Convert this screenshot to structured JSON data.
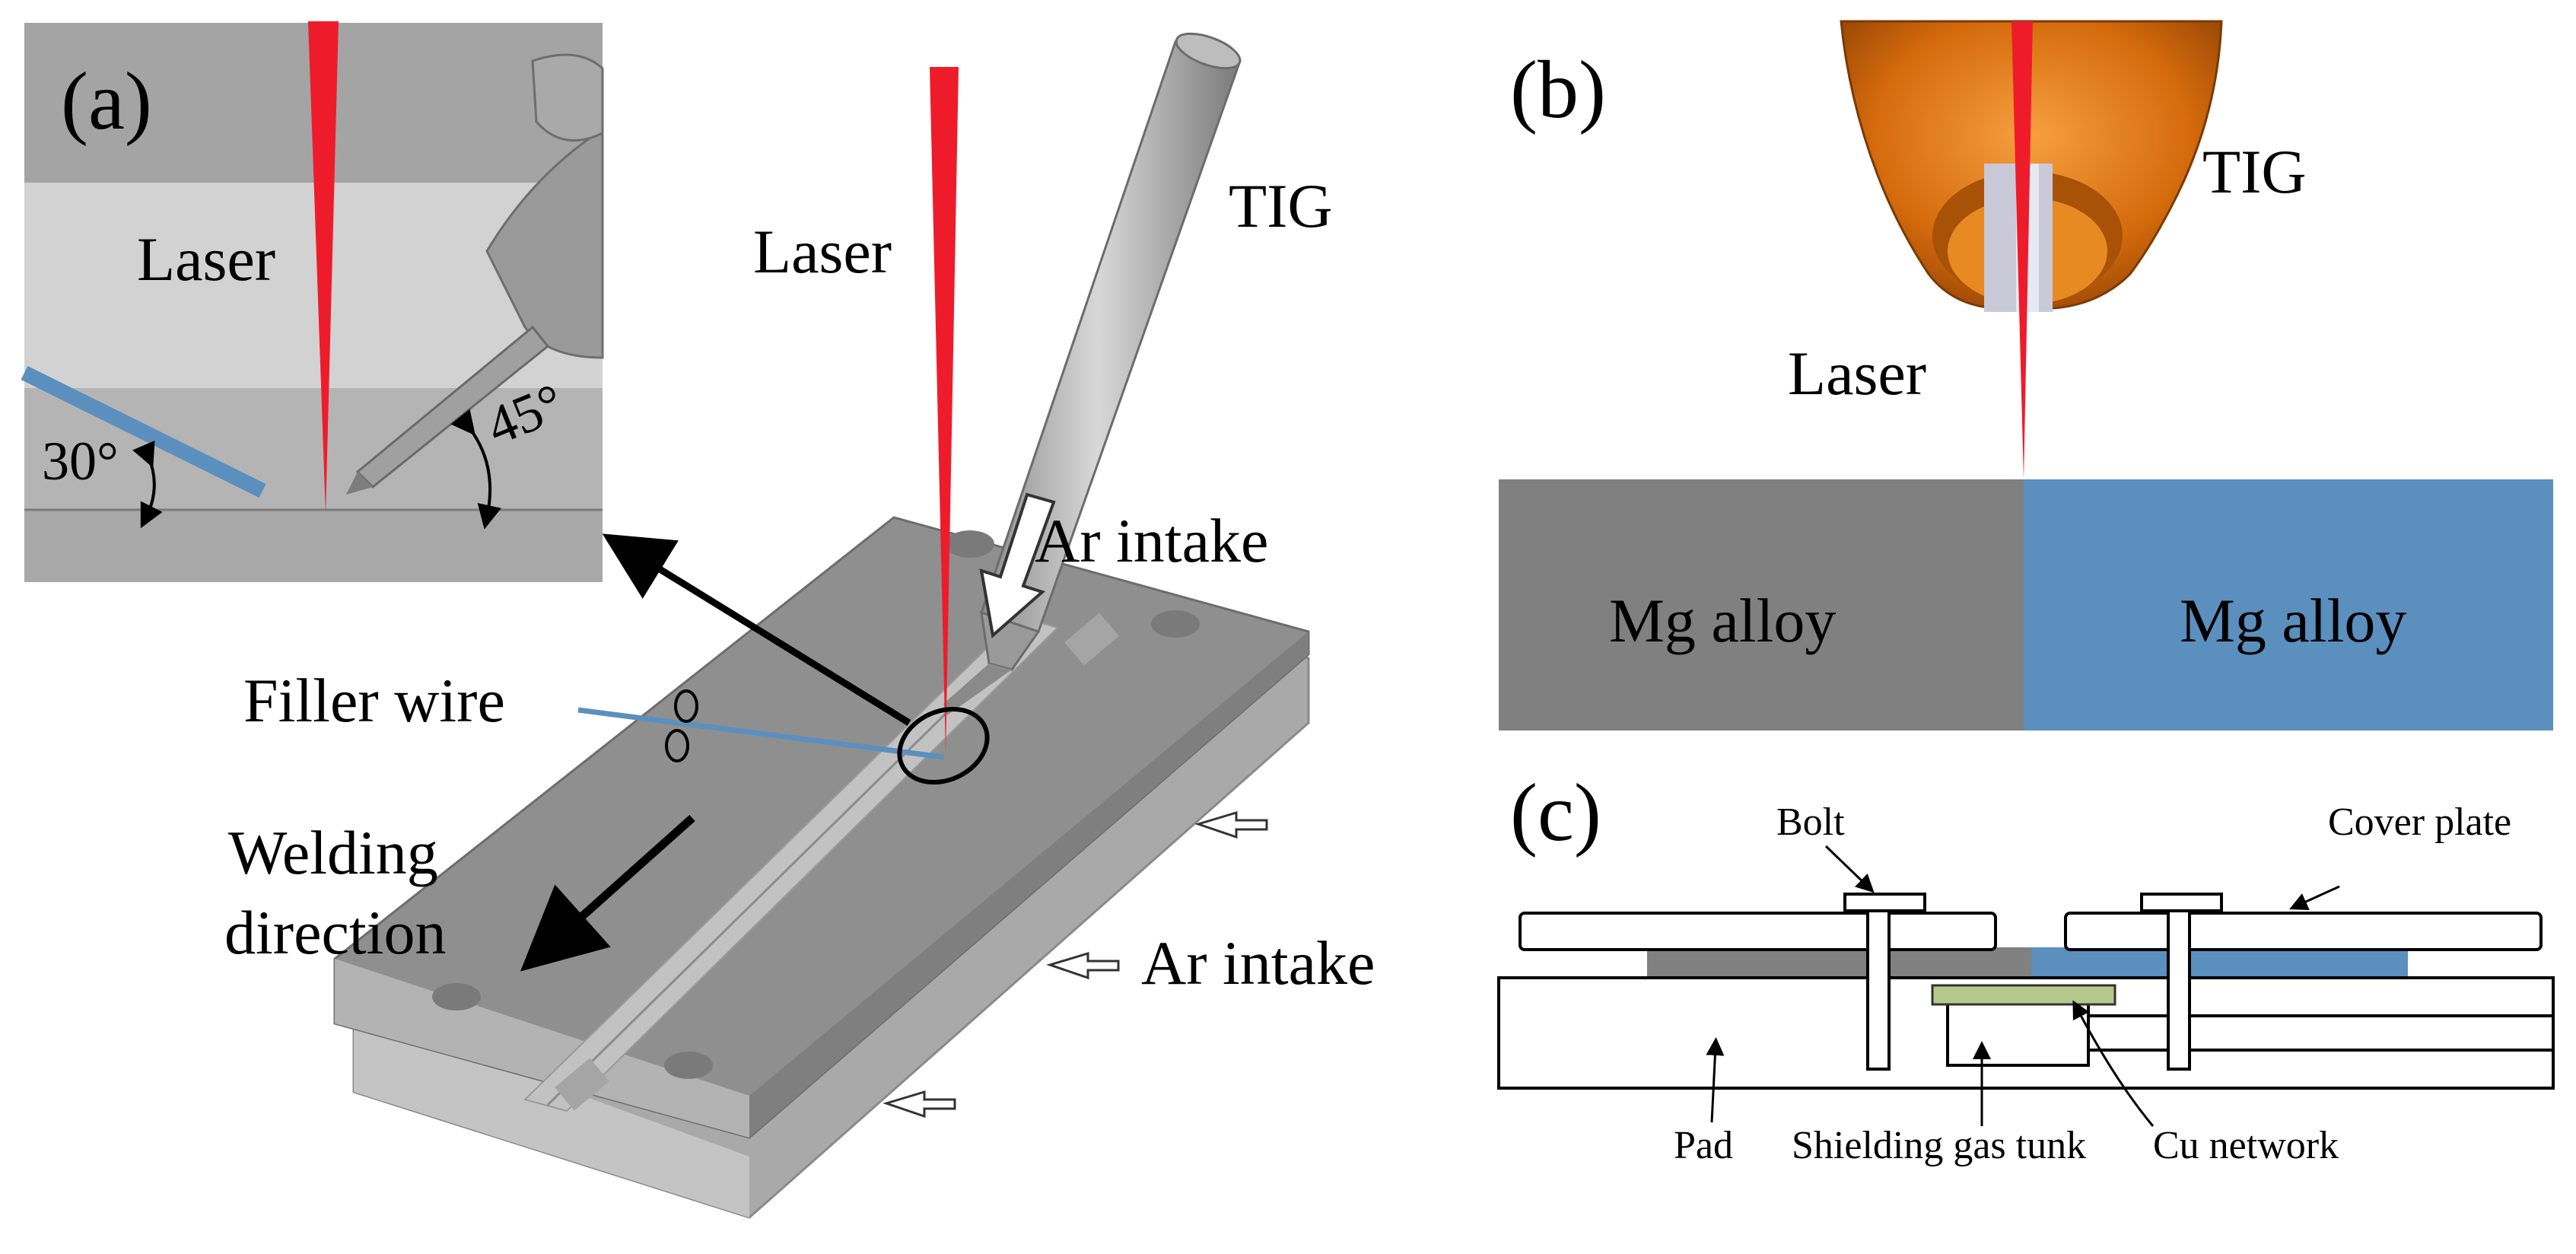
{
  "panel_a": {
    "label": "(a)",
    "inset_laser": "Laser",
    "angle_wire": "30°",
    "angle_torch": "45°",
    "main_laser": "Laser",
    "tig": "TIG",
    "ar_intake_top": "Ar intake",
    "filler_wire": "Filler wire",
    "welding_direction_1": "Welding",
    "welding_direction_2": "direction",
    "ar_intake_side": "Ar intake"
  },
  "panel_b": {
    "label": "(b)",
    "tig": "TIG",
    "laser": "Laser",
    "left_plate": "Mg alloy",
    "right_plate": "Mg alloy"
  },
  "panel_c": {
    "label": "(c)",
    "bolt": "Bolt",
    "cover_plate": "Cover plate",
    "pad": "Pad",
    "shielding_gas": "Shielding gas tunk",
    "cu_network": "Cu network"
  },
  "colors": {
    "laser_red": "#ee1c2b",
    "mg_gray": "#808080",
    "mg_blue": "#5b8fbe",
    "torch_orange": "#d9730f",
    "wire_blue": "#5b8fbe"
  }
}
